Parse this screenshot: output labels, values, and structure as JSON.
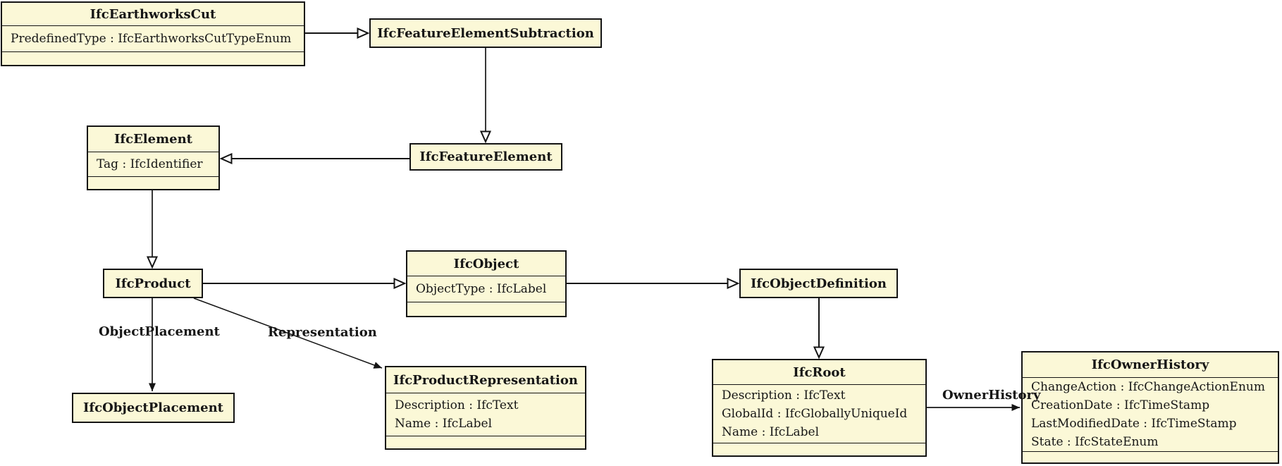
{
  "colors": {
    "box_fill": "#fbf8d7",
    "border": "#141414",
    "background": "#ffffff"
  },
  "classes": [
    {
      "name": "IfcEarthworksCut",
      "attributes": [
        "PredefinedType : IfcEarthworksCutTypeEnum"
      ]
    },
    {
      "name": "IfcFeatureElementSubtraction",
      "attributes": []
    },
    {
      "name": "IfcElement",
      "attributes": [
        "Tag : IfcIdentifier"
      ]
    },
    {
      "name": "IfcFeatureElement",
      "attributes": []
    },
    {
      "name": "IfcProduct",
      "attributes": []
    },
    {
      "name": "IfcObject",
      "attributes": [
        "ObjectType : IfcLabel"
      ]
    },
    {
      "name": "IfcObjectDefinition",
      "attributes": []
    },
    {
      "name": "IfcObjectPlacement",
      "attributes": []
    },
    {
      "name": "IfcProductRepresentation",
      "attributes": [
        "Description : IfcText",
        "Name : IfcLabel"
      ]
    },
    {
      "name": "IfcRoot",
      "attributes": [
        "Description : IfcText",
        "GlobalId : IfcGloballyUniqueId",
        "Name : IfcLabel"
      ]
    },
    {
      "name": "IfcOwnerHistory",
      "attributes": [
        "ChangeAction : IfcChangeActionEnum",
        "CreationDate : IfcTimeStamp",
        "LastModifiedDate : IfcTimeStamp",
        "State : IfcStateEnum"
      ]
    }
  ],
  "relationships": [
    {
      "from": "IfcEarthworksCut",
      "to": "IfcFeatureElementSubtraction",
      "type": "generalization",
      "label": ""
    },
    {
      "from": "IfcFeatureElementSubtraction",
      "to": "IfcFeatureElement",
      "type": "generalization",
      "label": ""
    },
    {
      "from": "IfcFeatureElement",
      "to": "IfcElement",
      "type": "generalization",
      "label": ""
    },
    {
      "from": "IfcElement",
      "to": "IfcProduct",
      "type": "generalization",
      "label": ""
    },
    {
      "from": "IfcProduct",
      "to": "IfcObject",
      "type": "generalization",
      "label": ""
    },
    {
      "from": "IfcObject",
      "to": "IfcObjectDefinition",
      "type": "generalization",
      "label": ""
    },
    {
      "from": "IfcObjectDefinition",
      "to": "IfcRoot",
      "type": "generalization",
      "label": ""
    },
    {
      "from": "IfcProduct",
      "to": "IfcObjectPlacement",
      "type": "association",
      "label": "ObjectPlacement"
    },
    {
      "from": "IfcProduct",
      "to": "IfcProductRepresentation",
      "type": "association",
      "label": "Representation"
    },
    {
      "from": "IfcRoot",
      "to": "IfcOwnerHistory",
      "type": "association",
      "label": "OwnerHistory"
    }
  ]
}
